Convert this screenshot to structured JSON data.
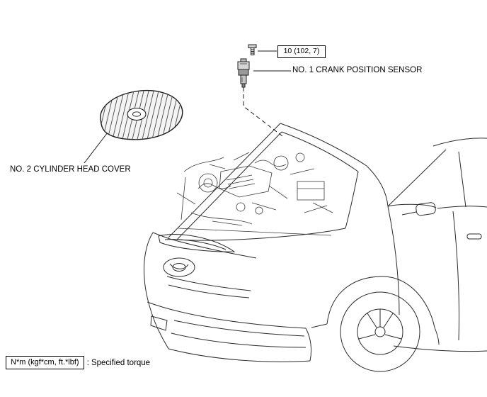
{
  "diagram": {
    "type": "service-manual-component-location",
    "background": "#ffffff",
    "ink_color": "#2a2a2a"
  },
  "callouts": {
    "torque_value": "10 (102, 7)",
    "crank_sensor": "NO. 1 CRANK POSITION SENSOR",
    "head_cover": "NO. 2 CYLINDER HEAD COVER"
  },
  "legend": {
    "unit_label": "N*m (kgf*cm, ft.*lbf)",
    "meaning": ": Specified torque"
  },
  "icons": {
    "bolt": "bolt-screw-icon",
    "sensor": "crank-position-sensor-illustration",
    "cover": "cylinder-head-cover-illustration",
    "vehicle": "vehicle-front-three-quarter-line-art"
  }
}
